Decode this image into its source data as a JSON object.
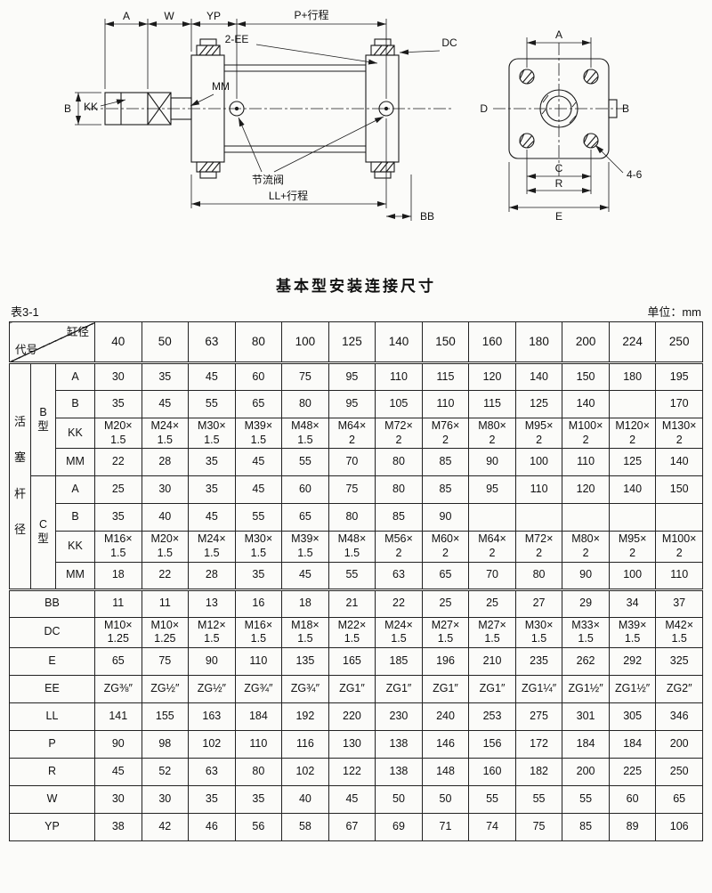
{
  "page": {
    "title": "基本型安装连接尺寸",
    "table_no": "表3-1",
    "unit": "单位：mm"
  },
  "drawing": {
    "labels": {
      "a": "A",
      "w": "W",
      "yp": "YP",
      "p_stroke": "P+行程",
      "ee": "2-EE",
      "dc": "DC",
      "b": "B",
      "kk": "KK",
      "mm": "MM",
      "throttle": "节流阀",
      "ll_stroke": "LL+行程",
      "bb": "BB",
      "ev_a": "A",
      "ev_d": "D",
      "ev_b": "B",
      "ev_c": "C",
      "ev_r": "R",
      "ev_e": "E",
      "ev_holes": "4-6"
    }
  },
  "table": {
    "corner": {
      "top": "缸径",
      "bottom": "代号"
    },
    "columns": [
      "40",
      "50",
      "63",
      "80",
      "100",
      "125",
      "140",
      "150",
      "160",
      "180",
      "200",
      "224",
      "250"
    ],
    "group_label": "活塞杆径",
    "groups": [
      {
        "type": "B\n型",
        "rows": [
          {
            "param": "A",
            "values": [
              "30",
              "35",
              "45",
              "60",
              "75",
              "95",
              "110",
              "115",
              "120",
              "140",
              "150",
              "180",
              "195"
            ]
          },
          {
            "param": "B",
            "values": [
              "35",
              "45",
              "55",
              "65",
              "80",
              "95",
              "105",
              "110",
              "115",
              "125",
              "140",
              "",
              "170"
            ]
          },
          {
            "param": "KK",
            "values": [
              "M20×\n1.5",
              "M24×\n1.5",
              "M30×\n1.5",
              "M39×\n1.5",
              "M48×\n1.5",
              "M64×\n2",
              "M72×\n2",
              "M76×\n2",
              "M80×\n2",
              "M95×\n2",
              "M100×\n2",
              "M120×\n2",
              "M130×\n2"
            ]
          },
          {
            "param": "MM",
            "values": [
              "22",
              "28",
              "35",
              "45",
              "55",
              "70",
              "80",
              "85",
              "90",
              "100",
              "110",
              "125",
              "140"
            ]
          }
        ]
      },
      {
        "type": "C\n型",
        "rows": [
          {
            "param": "A",
            "values": [
              "25",
              "30",
              "35",
              "45",
              "60",
              "75",
              "80",
              "85",
              "95",
              "110",
              "120",
              "140",
              "150"
            ]
          },
          {
            "param": "B",
            "values": [
              "35",
              "40",
              "45",
              "55",
              "65",
              "80",
              "85",
              "90",
              "",
              "",
              "",
              "",
              ""
            ]
          },
          {
            "param": "KK",
            "values": [
              "M16×\n1.5",
              "M20×\n1.5",
              "M24×\n1.5",
              "M30×\n1.5",
              "M39×\n1.5",
              "M48×\n1.5",
              "M56×\n2",
              "M60×\n2",
              "M64×\n2",
              "M72×\n2",
              "M80×\n2",
              "M95×\n2",
              "M100×\n2"
            ]
          },
          {
            "param": "MM",
            "values": [
              "18",
              "22",
              "28",
              "35",
              "45",
              "55",
              "63",
              "65",
              "70",
              "80",
              "90",
              "100",
              "110"
            ]
          }
        ]
      }
    ],
    "rows": [
      {
        "param": "BB",
        "values": [
          "11",
          "11",
          "13",
          "16",
          "18",
          "21",
          "22",
          "25",
          "25",
          "27",
          "29",
          "34",
          "37"
        ]
      },
      {
        "param": "DC",
        "values": [
          "M10×\n1.25",
          "M10×\n1.25",
          "M12×\n1.5",
          "M16×\n1.5",
          "M18×\n1.5",
          "M22×\n1.5",
          "M24×\n1.5",
          "M27×\n1.5",
          "M27×\n1.5",
          "M30×\n1.5",
          "M33×\n1.5",
          "M39×\n1.5",
          "M42×\n1.5"
        ]
      },
      {
        "param": "E",
        "values": [
          "65",
          "75",
          "90",
          "110",
          "135",
          "165",
          "185",
          "196",
          "210",
          "235",
          "262",
          "292",
          "325"
        ]
      },
      {
        "param": "EE",
        "values": [
          "ZG⅜″",
          "ZG½″",
          "ZG½″",
          "ZG¾″",
          "ZG¾″",
          "ZG1″",
          "ZG1″",
          "ZG1″",
          "ZG1″",
          "ZG1¼″",
          "ZG1½″",
          "ZG1½″",
          "ZG2″"
        ]
      },
      {
        "param": "LL",
        "values": [
          "141",
          "155",
          "163",
          "184",
          "192",
          "220",
          "230",
          "240",
          "253",
          "275",
          "301",
          "305",
          "346"
        ]
      },
      {
        "param": "P",
        "values": [
          "90",
          "98",
          "102",
          "110",
          "116",
          "130",
          "138",
          "146",
          "156",
          "172",
          "184",
          "184",
          "200"
        ]
      },
      {
        "param": "R",
        "values": [
          "45",
          "52",
          "63",
          "80",
          "102",
          "122",
          "138",
          "148",
          "160",
          "182",
          "200",
          "225",
          "250"
        ]
      },
      {
        "param": "W",
        "values": [
          "30",
          "30",
          "35",
          "35",
          "40",
          "45",
          "50",
          "50",
          "55",
          "55",
          "55",
          "60",
          "65"
        ]
      },
      {
        "param": "YP",
        "values": [
          "38",
          "42",
          "46",
          "56",
          "58",
          "67",
          "69",
          "71",
          "74",
          "75",
          "85",
          "89",
          "106"
        ]
      }
    ]
  }
}
